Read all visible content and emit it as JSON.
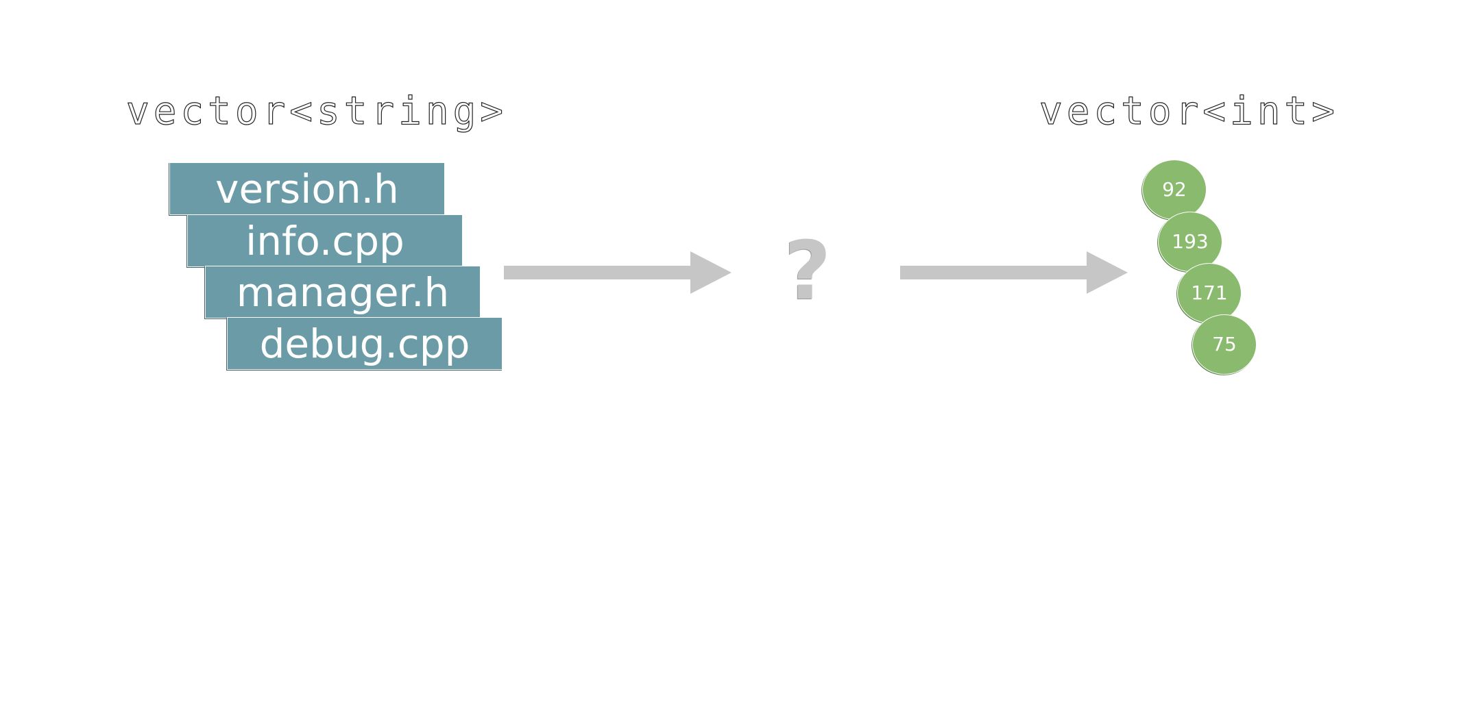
{
  "left_vector": {
    "type_label": "vector<string>",
    "items": [
      "version.h",
      "info.cpp",
      "manager.h",
      "debug.cpp"
    ]
  },
  "transform": {
    "symbol": "?"
  },
  "right_vector": {
    "type_label": "vector<int>",
    "items": [
      "92",
      "193",
      "171",
      "75"
    ]
  },
  "colors": {
    "string_box": "#6b9ba6",
    "int_circle": "#8aba6e",
    "arrow": "#c6c6c6",
    "question_mark": "#c6c6c6"
  }
}
